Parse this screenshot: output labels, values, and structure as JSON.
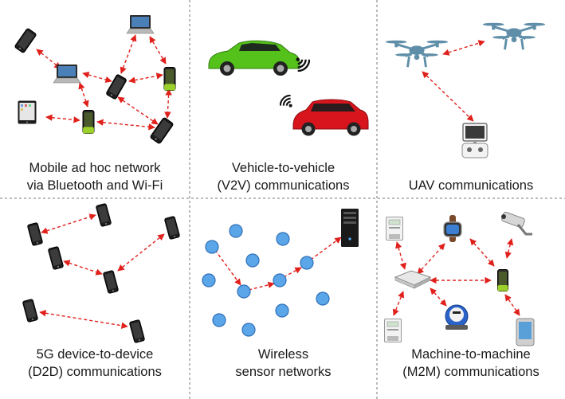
{
  "panels": [
    {
      "id": "manet",
      "caption": [
        "Mobile ad hoc network",
        "via Bluetooth and Wi-Fi"
      ]
    },
    {
      "id": "v2v",
      "caption": [
        "Vehicle-to-vehicle",
        "(V2V) communications"
      ]
    },
    {
      "id": "uav",
      "caption": [
        "UAV communications"
      ]
    },
    {
      "id": "d2d",
      "caption": [
        "5G device-to-device",
        "(D2D) communications"
      ]
    },
    {
      "id": "wsn",
      "caption": [
        "Wireless",
        "sensor networks"
      ]
    },
    {
      "id": "m2m",
      "caption": [
        "Machine-to-machine",
        "(M2M) communications"
      ]
    }
  ],
  "colors": {
    "link": "#e0201b",
    "divider": "#777777",
    "sensor_fill": "#5aa6e8",
    "sensor_stroke": "#2f6fb8",
    "car_green": "#55c21b",
    "car_red": "#d8141c",
    "drone": "#5f8ea8"
  },
  "icons": [
    "laptop-icon",
    "phone-icon",
    "tablet-icon",
    "car-icon",
    "wifi-signal-icon",
    "drone-icon",
    "remote-controller-icon",
    "server-icon",
    "smart-meter-icon",
    "smartwatch-icon",
    "security-camera-icon",
    "router-icon",
    "water-meter-icon"
  ]
}
